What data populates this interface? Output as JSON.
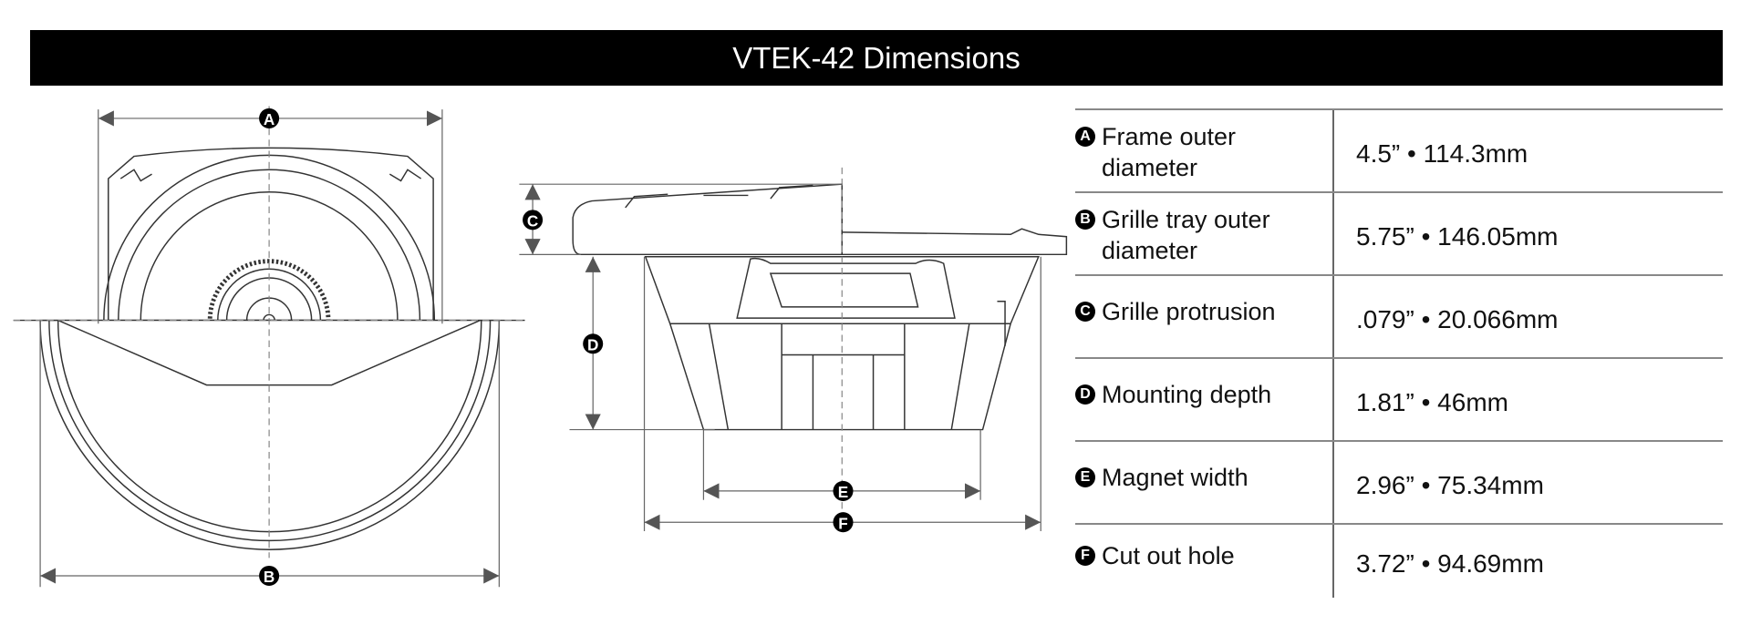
{
  "title": "VTEK-42 Dimensions",
  "drawing_labels": {
    "a": "A",
    "b": "B",
    "c": "C",
    "d": "D",
    "e": "E",
    "f": "F"
  },
  "dimensions": [
    {
      "letter": "A",
      "label": "Frame outer diameter",
      "value": "4.5” • 114.3mm"
    },
    {
      "letter": "B",
      "label": "Grille tray outer diameter",
      "value": "5.75” • 146.05mm"
    },
    {
      "letter": "C",
      "label": "Grille protrusion",
      "value": ".079” • 20.066mm"
    },
    {
      "letter": "D",
      "label": "Mounting depth",
      "value": "1.81” • 46mm"
    },
    {
      "letter": "E",
      "label": "Magnet width",
      "value": "2.96” • 75.34mm"
    },
    {
      "letter": "F",
      "label": "Cut out hole",
      "value": "3.72” • 94.69mm"
    }
  ]
}
